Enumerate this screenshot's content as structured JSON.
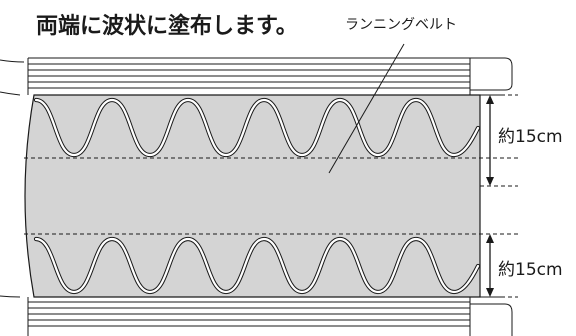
{
  "heading": "両端に波状に塗布します。",
  "callout_label": "ランニングベルト",
  "dimension_top": "約15cm",
  "dimension_bottom": "約15cm",
  "colors": {
    "belt_fill": "#d4d4d4",
    "line": "#1a1a1a",
    "wave": "#ffffff"
  }
}
